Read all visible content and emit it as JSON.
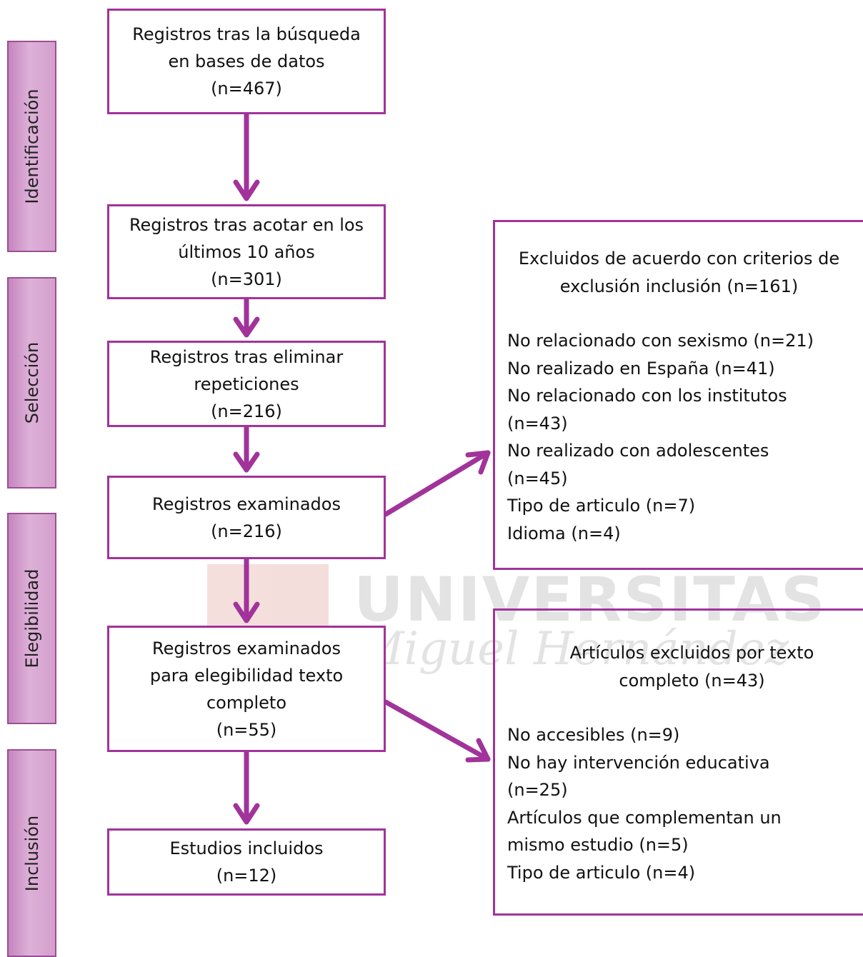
{
  "phases": {
    "identificacion": "Identificación",
    "seleccion": "Selección",
    "elegibilidad": "Elegibilidad",
    "inclusion": "Inclusión"
  },
  "boxes": {
    "busqueda": [
      "Registros tras la búsqueda",
      "en bases de datos",
      "(n=467)"
    ],
    "acotar": [
      "Registros tras acotar en los",
      "últimos 10 años",
      "(n=301)"
    ],
    "repeticiones": [
      "Registros tras eliminar",
      "repeticiones",
      "(n=216)"
    ],
    "examinados": [
      "Registros examinados",
      "(n=216)"
    ],
    "elegibilidad": [
      "Registros examinados",
      "para elegibilidad texto",
      "completo",
      "(n=55)"
    ],
    "incluidos": [
      "Estudios incluidos",
      "(n=12)"
    ]
  },
  "exclusion1": {
    "title": [
      "Excluidos de acuerdo con criterios de",
      "exclusión inclusión  (n=161)"
    ],
    "items": [
      "No relacionado con sexismo (n=21)",
      "No realizado en España (n=41)",
      "No relacionado con los institutos",
      "(n=43)",
      "No realizado con adolescentes",
      "(n=45)",
      "Tipo de articulo (n=7)",
      "Idioma (n=4)"
    ]
  },
  "exclusion2": {
    "title": [
      "Artículos excluidos por texto",
      "completo (n=43)"
    ],
    "items": [
      "No accesibles (n=9)",
      "No hay intervención educativa",
      "(n=25)",
      "Artículos que complementan un",
      "mismo estudio (n=5)",
      "Tipo de articulo (n=4)"
    ]
  },
  "watermark": {
    "main": "UNIVERSITAS",
    "sub": "Miguel Hernández"
  },
  "colors": {
    "accent": "#a1339a",
    "phase_fill": "#d49ecd",
    "phase_border": "#9b4f93"
  }
}
